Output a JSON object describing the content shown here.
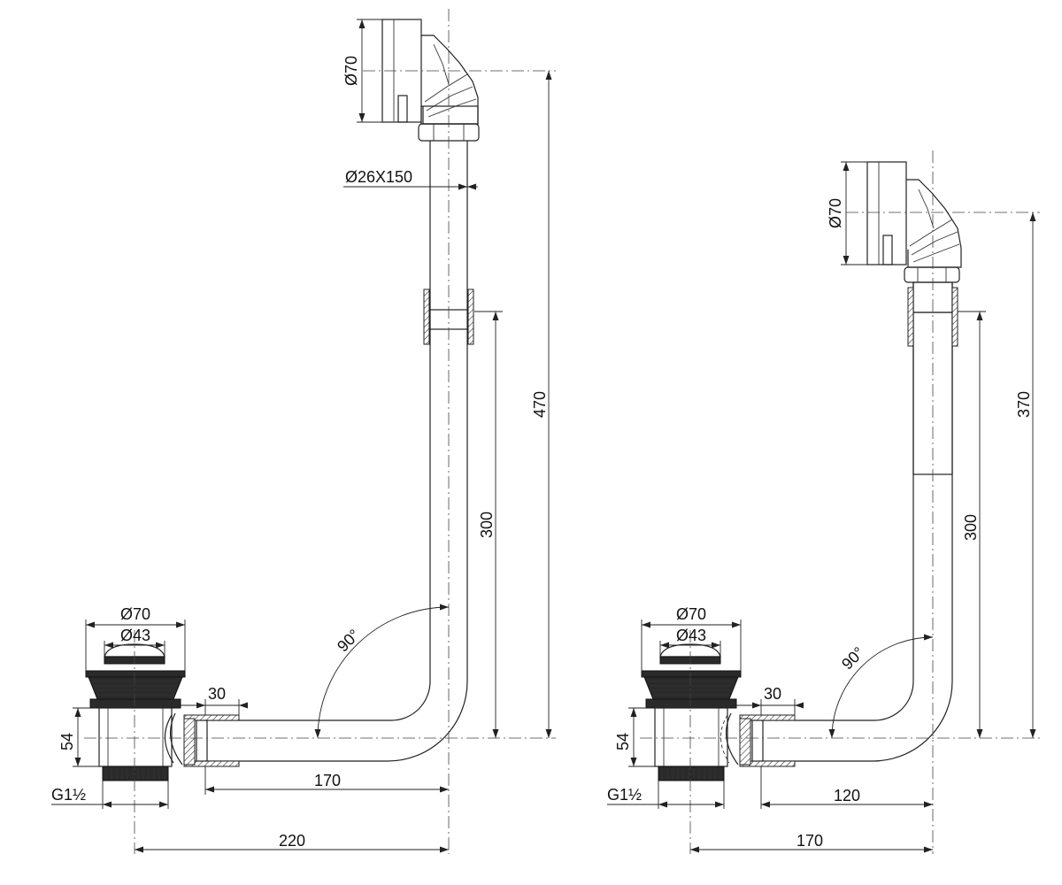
{
  "left_assembly": {
    "overflow_diameter": "Ø70",
    "pipe_spec": "Ø26X150",
    "total_height": "470",
    "telescopic_height": "300",
    "bend_angle": "90°",
    "plug_outer_diameter": "Ø70",
    "plug_inner_diameter": "Ø43",
    "connector_length": "30",
    "waste_height": "54",
    "thread_size": "G1½",
    "horizontal_run": "170",
    "total_width": "220"
  },
  "right_assembly": {
    "overflow_diameter": "Ø70",
    "total_height": "370",
    "telescopic_height": "300",
    "bend_angle": "90°",
    "plug_outer_diameter": "Ø70",
    "plug_inner_diameter": "Ø43",
    "connector_length": "30",
    "waste_height": "54",
    "thread_size": "G1½",
    "horizontal_run": "120",
    "total_width": "170"
  }
}
